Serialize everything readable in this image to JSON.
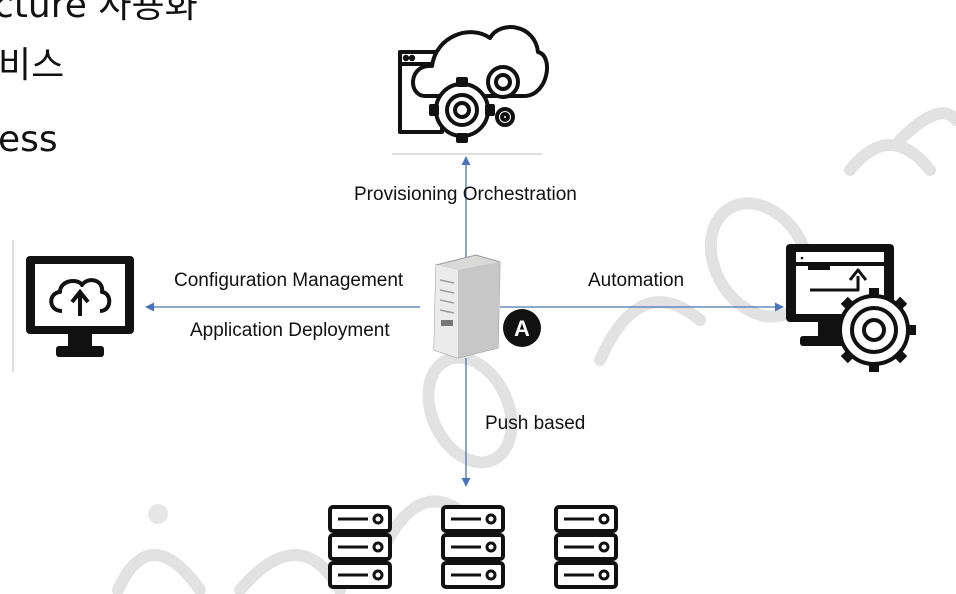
{
  "slide": {
    "text_lines": [
      "cture 사용화",
      "비스",
      "ess"
    ]
  },
  "diagram": {
    "edge_labels": {
      "top": "Provisioning Orchestration",
      "left_upper": "Configuration Management",
      "left_lower": "Application Deployment",
      "right": "Automation",
      "bottom": "Push based"
    },
    "badge": "A",
    "nodes": [
      {
        "name": "cloud-gears-icon"
      },
      {
        "name": "cloud-upload-monitor-icon"
      },
      {
        "name": "ansible-server-icon"
      },
      {
        "name": "monitor-gear-icon"
      },
      {
        "name": "server-rack-icon",
        "count": 3
      }
    ]
  },
  "watermark": "Clone com",
  "colors": {
    "arrow": "#4a74b8",
    "icon": "#111111",
    "server": "#d8d8d8",
    "badge": "#111111",
    "watermark": "#e4e4e4"
  }
}
